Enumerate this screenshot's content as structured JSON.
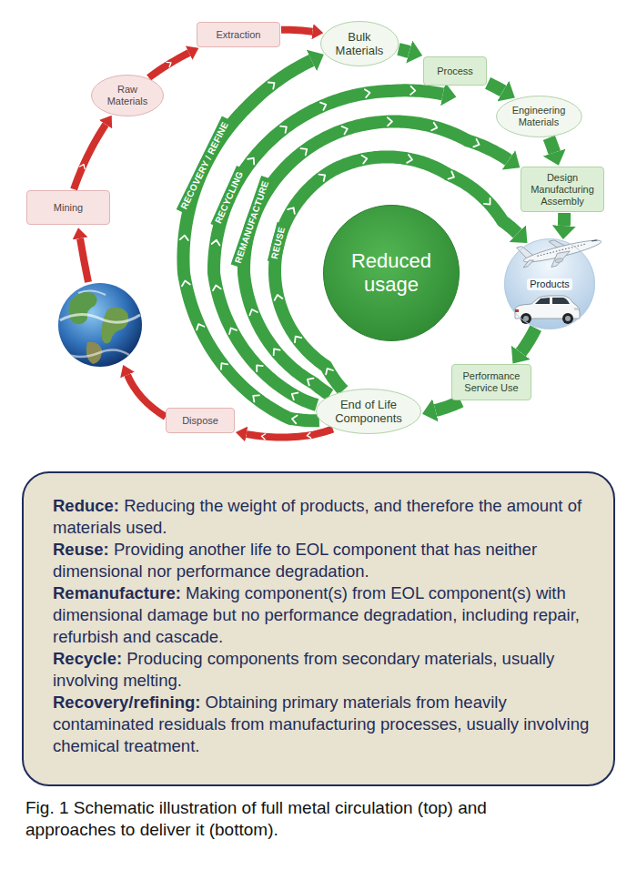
{
  "diagram": {
    "caption": "Fig. 1 Schematic illustration of full metal circulation (top) and approaches to deliver it (bottom).",
    "nodes": [
      {
        "text": [
          "Extraction"
        ]
      },
      {
        "text": [
          "Bulk Materials"
        ]
      },
      {
        "text": [
          "Process"
        ]
      },
      {
        "text": [
          "Raw Materials"
        ]
      },
      {
        "text": [
          "Engineering Materials"
        ]
      },
      {
        "text": [
          "Design Manufacturing Assembly"
        ]
      },
      {
        "text": [
          "Mining"
        ]
      },
      {
        "text": [
          "Reduced usage"
        ]
      },
      {
        "text": [
          "Products"
        ]
      },
      {
        "text": [
          "Performance Service Use"
        ]
      },
      {
        "text": [
          "End of Life Components"
        ]
      },
      {
        "text": [
          "Dispose"
        ]
      },
      {
        "text": [
          "Reduce:",
          "Reducing the weight of products, and therefore the amount of materials used.",
          "Reuse:",
          "Providing another life to EOL component that has neither dimensional nor performance degradation.",
          "Remanufacture:",
          "Making component(s) from EOL component(s) with dimensional damage but no performance degradation, including repair, refurbish and cascade.",
          "Recycle:",
          "Producing components from secondary materials, usually involving melting.",
          "Recovery/refining:",
          "Obtaining primary materials from heavily contaminated residuals from manufacturing processes, usually involving chemical treatment."
        ]
      }
    ],
    "edges": [
      {
        "from": 6,
        "to": 3,
        "arrow": "to"
      },
      {
        "from": 3,
        "to": 0,
        "arrow": "to"
      },
      {
        "from": 0,
        "to": 1,
        "arrow": "to"
      },
      {
        "from": 1,
        "to": 2,
        "arrow": "to"
      },
      {
        "from": 2,
        "to": 4,
        "arrow": "to"
      },
      {
        "from": 4,
        "to": 5,
        "arrow": "to"
      },
      {
        "from": 5,
        "to": 8,
        "arrow": "to"
      },
      {
        "from": 8,
        "to": 9,
        "arrow": "to"
      },
      {
        "from": 9,
        "to": 10,
        "arrow": "to"
      },
      {
        "from": 10,
        "to": 11,
        "arrow": "to"
      },
      {
        "from": 10,
        "to": 1,
        "label": "RECOVERY / REFINE",
        "arrow": "to"
      },
      {
        "from": 10,
        "to": 2,
        "label": "RECYCLING",
        "arrow": "to"
      },
      {
        "from": 10,
        "to": 5,
        "label": "REMANUFACTURE",
        "arrow": "to"
      },
      {
        "from": 10,
        "to": 8,
        "label": "REUSE",
        "arrow": "to"
      }
    ]
  }
}
